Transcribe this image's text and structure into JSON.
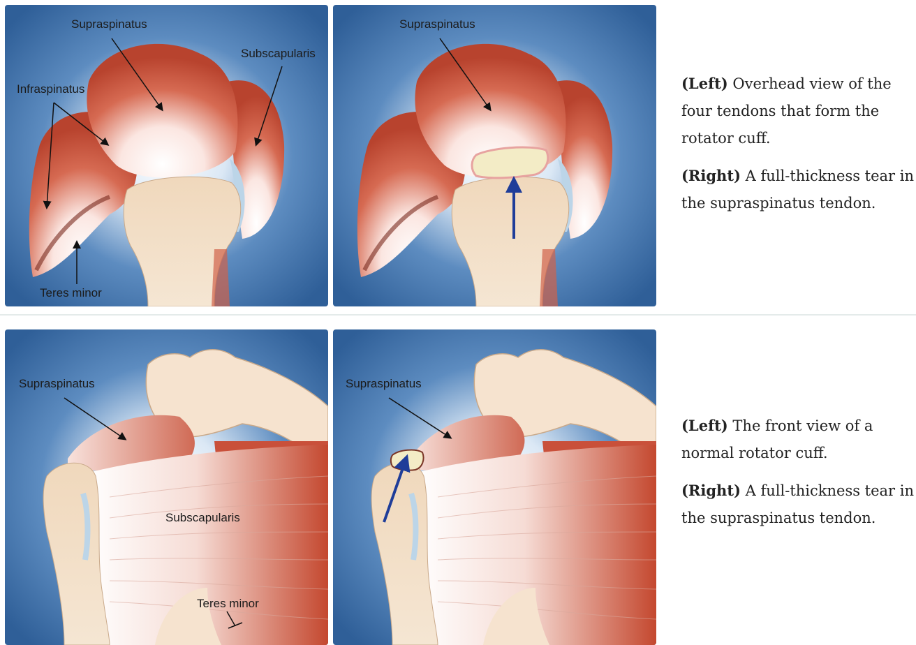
{
  "figure1": {
    "left_labels": {
      "supraspinatus": "Supraspinatus",
      "subscapularis": "Subscapularis",
      "infraspinatus": "Infraspinatus",
      "teres_minor": "Teres minor"
    },
    "right_labels": {
      "supraspinatus": "Supraspinatus"
    },
    "caption": [
      {
        "bold": "(Left)",
        "text": "Overhead view of the four tendons that form the rotator cuff."
      },
      {
        "bold": "(Right)",
        "text": "A full-thickness tear in the supraspinatus tendon."
      }
    ]
  },
  "figure2": {
    "left_labels": {
      "supraspinatus": "Supraspinatus",
      "subscapularis": "Subscapularis",
      "teres_minor": "Teres minor"
    },
    "right_labels": {
      "supraspinatus": "Supraspinatus"
    },
    "caption": [
      {
        "bold": "(Left)",
        "text": "The front view of a normal rotator cuff."
      },
      {
        "bold": "(Right)",
        "text": "A full-thickness tear in the supraspinatus tendon."
      }
    ]
  },
  "colors": {
    "background_blue": "#3f6fa6",
    "muscle_red": "#c8533d",
    "bone": "#efd9bf",
    "arrow_blue": "#1f3d99",
    "tear_fill": "#f3ecc6"
  }
}
